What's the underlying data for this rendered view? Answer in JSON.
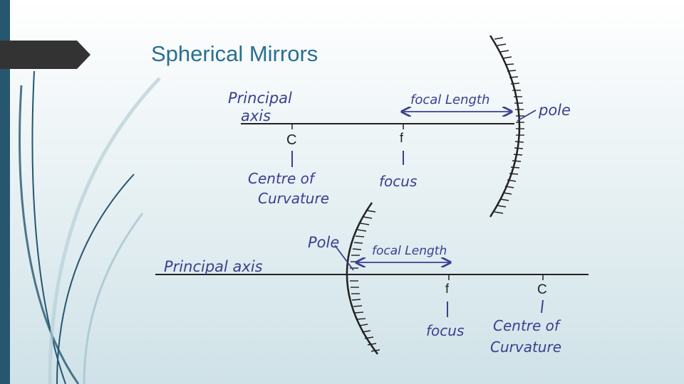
{
  "slide": {
    "title": "Spherical Mirrors"
  },
  "concave": {
    "principal_axis": [
      "Principal",
      "axis"
    ],
    "focal_length": "focal Length",
    "pole": "pole",
    "c_letter": "C",
    "f_letter": "f",
    "centre_of_curvature": [
      "Centre of",
      "Curvature"
    ],
    "focus": "focus"
  },
  "convex": {
    "principal_axis": "Principal axis",
    "pole": "Pole",
    "focal_length": "focal Length",
    "f_letter": "f",
    "c_letter": "C",
    "focus": "focus",
    "centre_of_curvature": [
      "Centre of",
      "Curvature"
    ]
  },
  "colors": {
    "accent": "#27566f",
    "title": "#2a6f91",
    "handwriting": "#3b3f8f"
  }
}
